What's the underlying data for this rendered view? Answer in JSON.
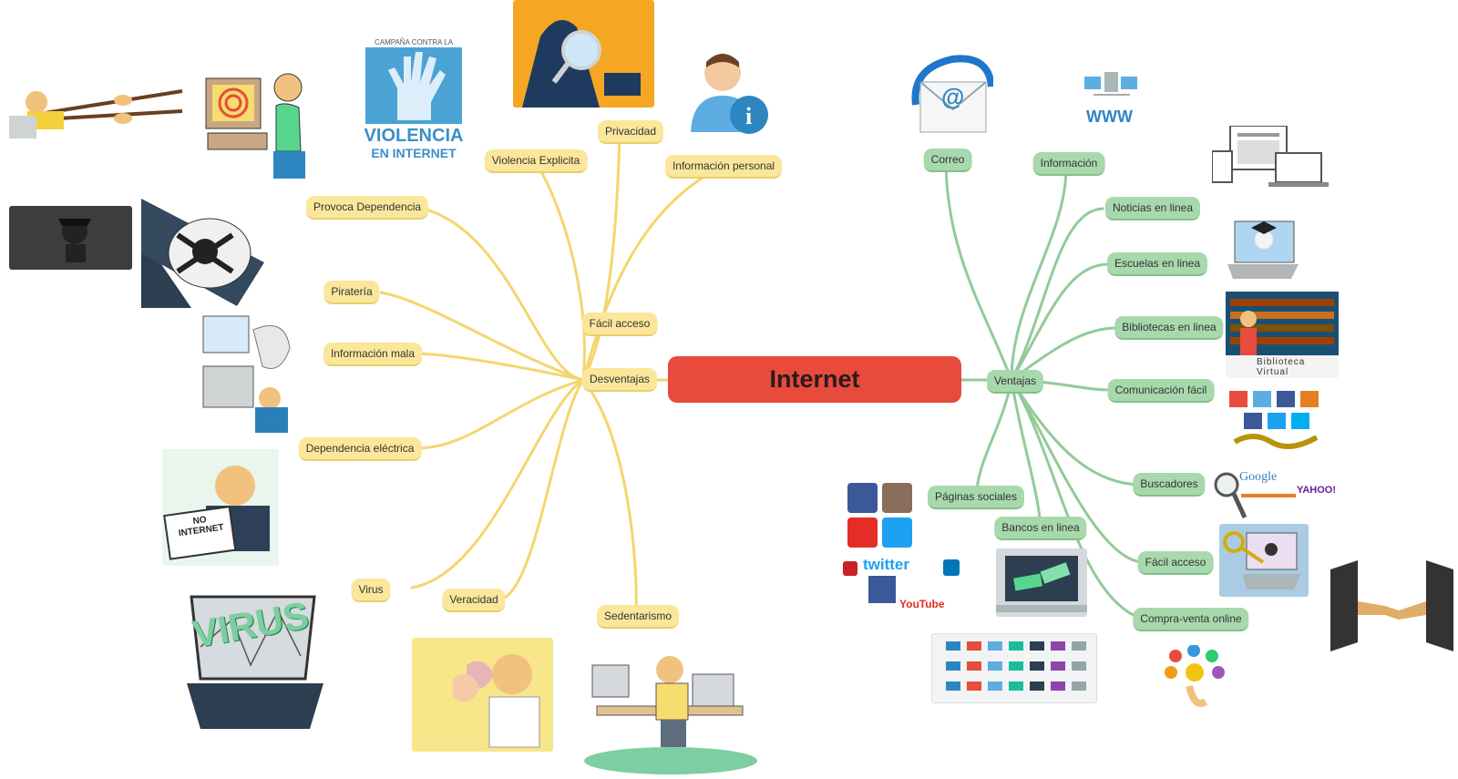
{
  "central": "Internet",
  "colors": {
    "central": "#e84a3c",
    "disadvantages": "#fbe79b",
    "advantages": "#a7d9ad",
    "disadvantages_line": "#f4d66e",
    "advantages_line": "#93ca98"
  },
  "disadvantages": {
    "hub": "Desventajas",
    "easy_access": "Fácil acceso",
    "privacy": "Privacidad",
    "explicit_violence": "Violencia Explicita",
    "personal_info": "Información personal",
    "dependency": "Provoca Dependencia",
    "piracy": "Piratería",
    "bad_info": "Información mala",
    "electric_dependency": "Dependencia eléctrica",
    "virus": "Virus",
    "veracity": "Veracidad",
    "sedentarism": "Sedentarismo"
  },
  "advantages": {
    "hub": "Ventajas",
    "mail": "Correo",
    "information": "Información",
    "online_news": "Noticias en linea",
    "online_schools": "Escuelas en linea",
    "online_libraries": "Bibliotecas en linea",
    "easy_communication": "Comunicación fácil",
    "search_engines": "Buscadores",
    "easy_access": "Fácil acceso",
    "online_trade": "Compra-venta online",
    "social_pages": "Páginas sociales",
    "online_banks": "Bancos en linea"
  },
  "image_text": {
    "violence_campaign_top": "CAMPAÑA CONTRA LA",
    "violence_campaign_line1": "VIOLENCIA",
    "violence_campaign_line2": "EN INTERNET",
    "no_internet": "NO INTERNET",
    "virus_word": "VIRUS",
    "www": "WWW",
    "library_caption": "Biblioteca Virtual",
    "google": "Google",
    "yahoo": "YAHOO!",
    "twitter": "twitter",
    "youtube": "YouTube"
  }
}
